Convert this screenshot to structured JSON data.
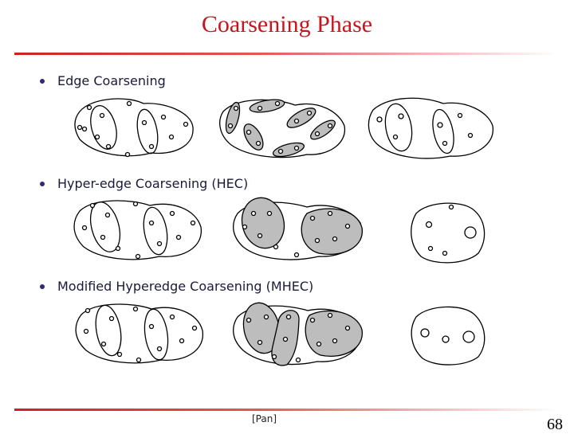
{
  "title": "Coarsening Phase",
  "bullets": [
    "Edge Coarsening",
    "Hyper-edge Coarsening (HEC)",
    "Modified Hyperedge Coarsening (MHEC)"
  ],
  "footer": "[Pan]",
  "page_number": "68",
  "colors": {
    "title": "#c4161c",
    "rule": "#d01f26",
    "fill": "#bdbdbd"
  }
}
